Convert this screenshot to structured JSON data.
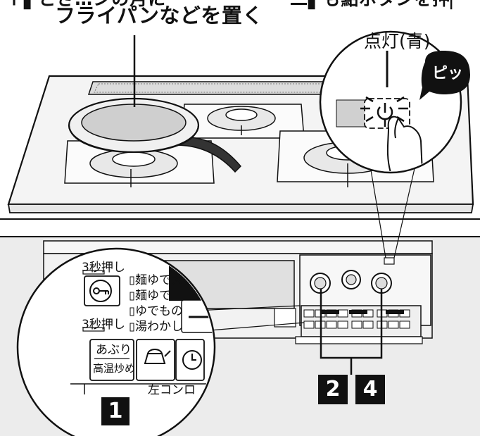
{
  "header": {
    "cut_left": "ｆ▌とさ…ンの月に",
    "cut_right": "二▌も點ボタンを押▏",
    "instruction": "フライパンなどを置く"
  },
  "callout": {
    "lamp_label": "点灯(青)",
    "sound": "ピッ"
  },
  "panel_zoom": {
    "hold_top": "3秒押し",
    "hold_bottom": "3秒押し",
    "modes": [
      "麺ゆで大",
      "麺ゆで",
      "ゆでもの",
      "湯わかし"
    ],
    "grill_top": "あぶり",
    "grill_bottom": "高温炒め",
    "left_burner": "左コンロ"
  },
  "steps": {
    "step1": "1",
    "step2": "2",
    "step4": "4"
  },
  "colors": {
    "line": "#111111",
    "fill_light": "#f2f2f2",
    "fill_mid": "#d9d9d9",
    "badge": "#111111"
  }
}
